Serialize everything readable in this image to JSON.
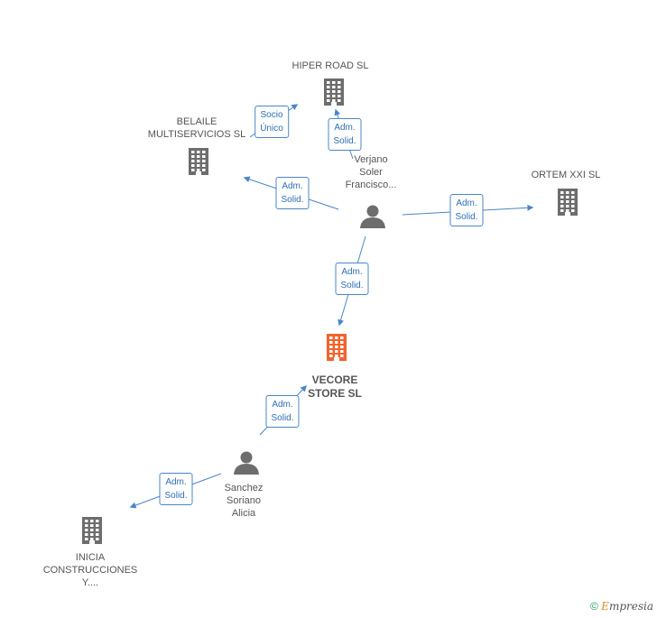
{
  "colors": {
    "edge": "#4a86c8",
    "building": "#6d6d6d",
    "main_building": "#f0642d",
    "person": "#6d6d6d"
  },
  "nodes": [
    {
      "id": "vecore",
      "kind": "company",
      "main": true,
      "label": "VECORE\nSTORE  SL"
    },
    {
      "id": "hiper",
      "kind": "company",
      "label": "HIPER ROAD SL"
    },
    {
      "id": "belaile",
      "kind": "company",
      "label": "BELAILE\nMULTISERVICIOS SL"
    },
    {
      "id": "ortem",
      "kind": "company",
      "label": "ORTEM XXI SL"
    },
    {
      "id": "inicia",
      "kind": "company",
      "label": "INICIA\nCONSTRUCCIONES\nY...."
    },
    {
      "id": "verjano",
      "kind": "person",
      "label": "Verjano\nSoler\nFrancisco..."
    },
    {
      "id": "sanchez",
      "kind": "person",
      "label": "Sanchez\nSoriano\nAlicia"
    }
  ],
  "edges": [
    {
      "id": "e1",
      "label": "Adm.\nSolid."
    },
    {
      "id": "e2",
      "label": "Adm.\nSolid."
    },
    {
      "id": "e3",
      "label": "Adm.\nSolid."
    },
    {
      "id": "e4",
      "label": "Adm.\nSolid."
    },
    {
      "id": "e5",
      "label": "Socio\nÚnico"
    },
    {
      "id": "e6",
      "label": "Adm.\nSolid."
    },
    {
      "id": "e7",
      "label": "Adm.\nSolid."
    }
  ],
  "copyright": {
    "symbol": "©",
    "brand_initial": "E",
    "brand_rest": "mpresia"
  }
}
